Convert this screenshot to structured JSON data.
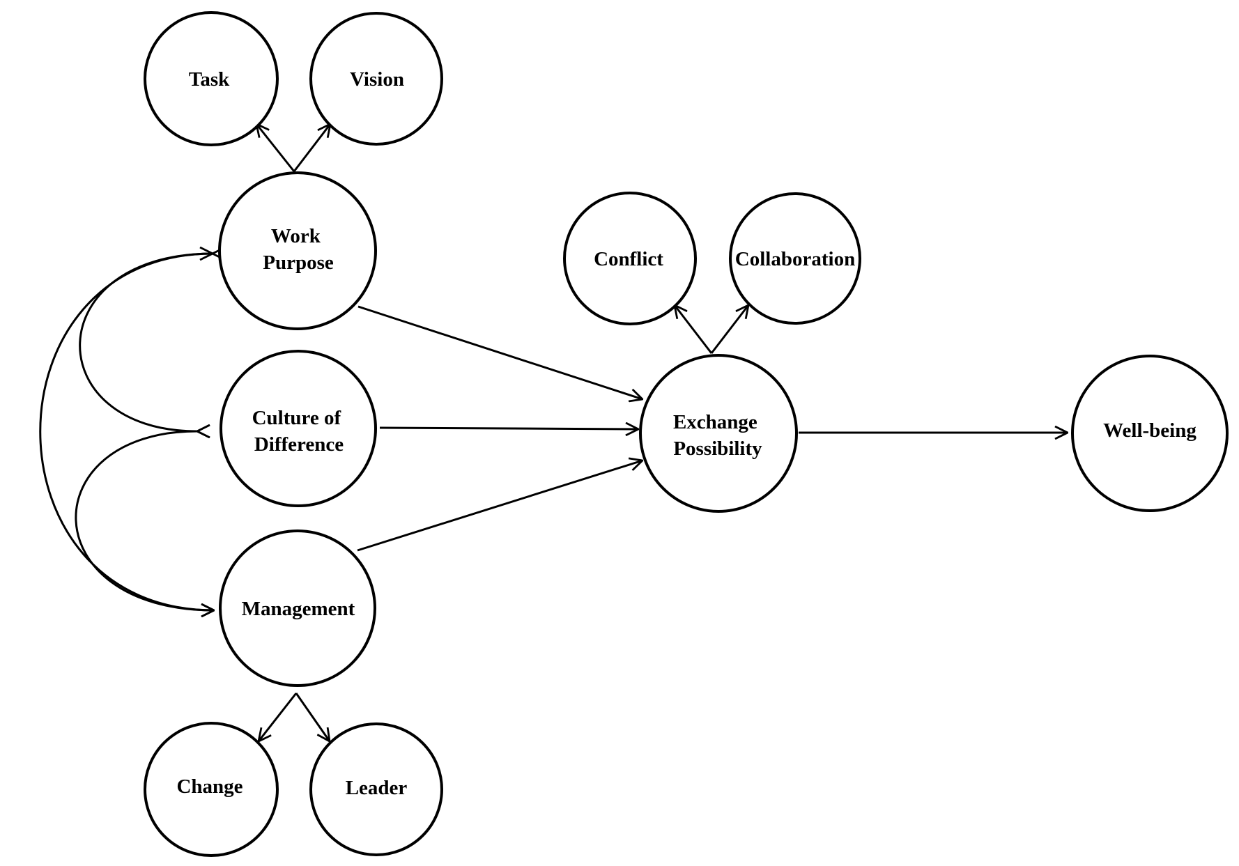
{
  "diagram": {
    "nodes": {
      "task": {
        "lines": [
          "Task"
        ]
      },
      "vision": {
        "lines": [
          "Vision"
        ]
      },
      "work_purpose": {
        "lines": [
          "Work",
          "Purpose"
        ]
      },
      "culture_of_difference": {
        "lines": [
          "Culture of",
          "Difference"
        ]
      },
      "management": {
        "lines": [
          "Management"
        ]
      },
      "change": {
        "lines": [
          "Change"
        ]
      },
      "leader": {
        "lines": [
          "Leader"
        ]
      },
      "conflict": {
        "lines": [
          "Conflict"
        ]
      },
      "collaboration": {
        "lines": [
          "Collaboration"
        ]
      },
      "exchange_possibility": {
        "lines": [
          "Exchange",
          "Possibility"
        ]
      },
      "well_being": {
        "lines": [
          "Well-being"
        ]
      }
    },
    "edges": [
      {
        "from": "work_purpose",
        "to": "task",
        "type": "arrow"
      },
      {
        "from": "work_purpose",
        "to": "vision",
        "type": "arrow"
      },
      {
        "from": "management",
        "to": "change",
        "type": "arrow"
      },
      {
        "from": "management",
        "to": "leader",
        "type": "arrow"
      },
      {
        "from": "exchange_possibility",
        "to": "conflict",
        "type": "arrow"
      },
      {
        "from": "exchange_possibility",
        "to": "collaboration",
        "type": "arrow"
      },
      {
        "from": "work_purpose",
        "to": "exchange_possibility",
        "type": "arrow"
      },
      {
        "from": "culture_of_difference",
        "to": "exchange_possibility",
        "type": "arrow"
      },
      {
        "from": "management",
        "to": "exchange_possibility",
        "type": "arrow"
      },
      {
        "from": "exchange_possibility",
        "to": "well_being",
        "type": "arrow"
      },
      {
        "from": "work_purpose",
        "to": "culture_of_difference",
        "type": "correlation"
      },
      {
        "from": "culture_of_difference",
        "to": "management",
        "type": "correlation"
      },
      {
        "from": "work_purpose",
        "to": "management",
        "type": "correlation"
      }
    ]
  }
}
